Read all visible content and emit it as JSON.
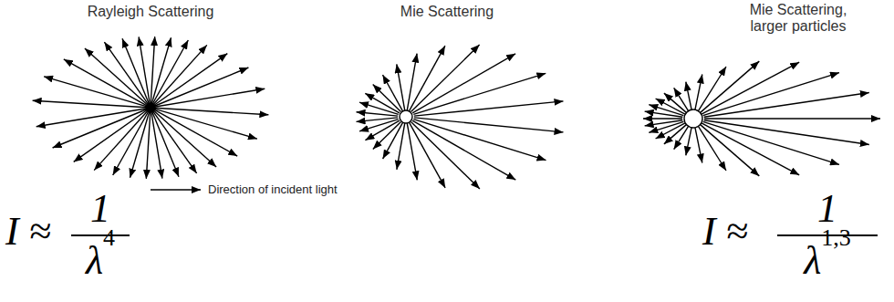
{
  "diagram": {
    "labels": [
      "Rayleigh Scattering",
      "Mie Scattering",
      "Mie Scattering, larger particles",
      "Direction of incident light",
      "I ≈",
      "1",
      "λ",
      "4",
      "I ≈",
      "1",
      "λ",
      "1,3"
    ]
  }
}
